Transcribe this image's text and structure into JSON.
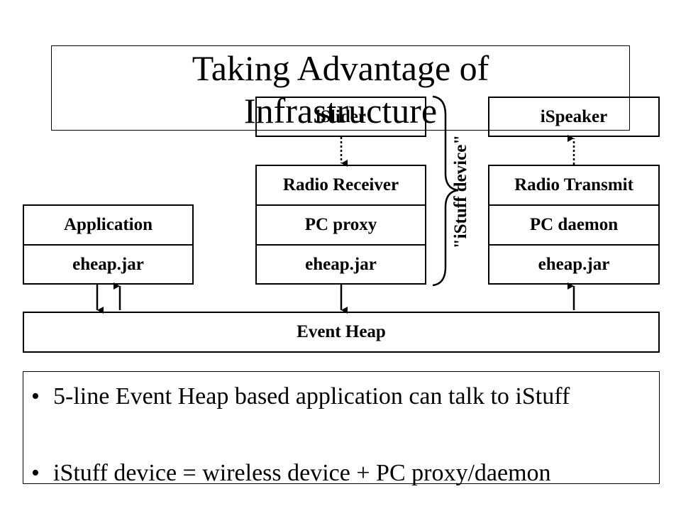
{
  "slide": {
    "title_line1": "Taking Advantage of",
    "title_line2": "Infrastructure"
  },
  "diagram": {
    "islider": "iSlider",
    "ispeaker": "iSpeaker",
    "radio_receiver": "Radio Receiver",
    "radio_transmit": "Radio Transmit",
    "application": "Application",
    "pc_proxy": "PC proxy",
    "pc_daemon": "PC daemon",
    "eheap_app": "eheap.jar",
    "eheap_proxy": "eheap.jar",
    "eheap_daemon": "eheap.jar",
    "event_heap": "Event Heap",
    "brace_label": "\"iStuff device\""
  },
  "bullets": [
    {
      "marker": "•",
      "text": "5-line Event Heap based application can talk to iStuff"
    },
    {
      "marker": "•",
      "text": "iStuff device = wireless device + PC proxy/daemon"
    }
  ]
}
